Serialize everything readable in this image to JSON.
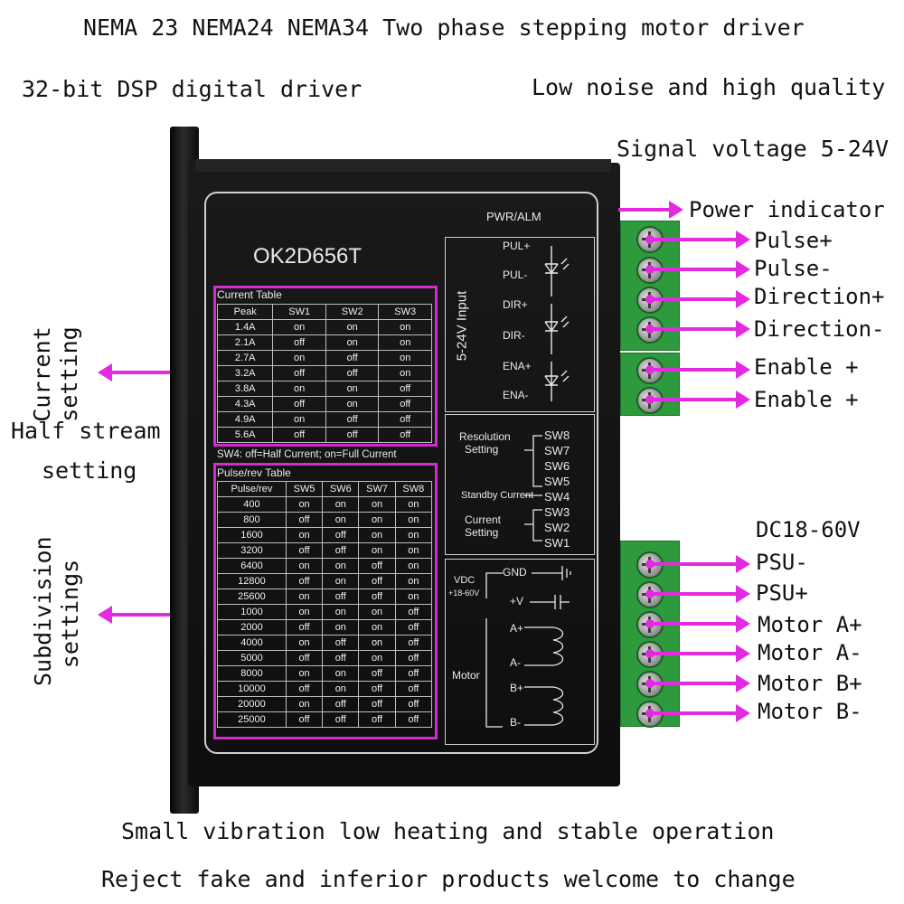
{
  "headings": {
    "top": "NEMA 23 NEMA24 NEMA34 Two phase stepping motor driver",
    "left_sub": "32-bit DSP digital driver",
    "right_sub": "Low noise and high quality",
    "signal": "Signal voltage 5-24V",
    "bottom1": "Small vibration low heating and stable operation",
    "bottom2": "Reject fake and inferior products welcome to change"
  },
  "side_labels": {
    "current_line1": "Current",
    "current_line2": "setting",
    "half_line1": "Half stream",
    "half_line2": "setting",
    "subdiv_line1": "Subdivision",
    "subdiv_line2": "settings"
  },
  "terminal_labels": {
    "power_indicator": "Power indicator",
    "pulse_plus": "Pulse+",
    "pulse_minus": "Pulse-",
    "dir_plus": "Direction+",
    "dir_minus": "Direction-",
    "ena_1": "Enable +",
    "ena_2": "Enable +",
    "dc_range": "DC18-60V",
    "psu_minus": "PSU-",
    "psu_plus": "PSU+",
    "motor_a_plus": "Motor A+",
    "motor_a_minus": "Motor A-",
    "motor_b_plus": "Motor B+",
    "motor_b_minus": "Motor B-"
  },
  "driver": {
    "model": "OK2D656T",
    "pwr_alm": "PWR/ALM",
    "input_label": "5-24V Input",
    "signals": [
      "PUL+",
      "PUL-",
      "DIR+",
      "DIR-",
      "ENA+",
      "ENA-"
    ],
    "resolution_label_1": "Resolution",
    "resolution_label_2": "Setting",
    "standby_label": "Standby Current",
    "current_label_1": "Current",
    "current_label_2": "Setting",
    "switches": [
      "SW8",
      "SW7",
      "SW6",
      "SW5",
      "SW4",
      "SW3",
      "SW2",
      "SW1"
    ],
    "vdc_label_1": "VDC",
    "vdc_label_2": "+18-60V",
    "gnd": "GND",
    "plus_v": "+V",
    "motor_label": "Motor",
    "motor_pins": [
      "A+",
      "A-",
      "B+",
      "B-"
    ],
    "sw4_note": "SW4: off=Half Current; on=Full Current"
  },
  "current_table": {
    "title": "Current Table",
    "headers": [
      "Peak",
      "SW1",
      "SW2",
      "SW3"
    ],
    "rows": [
      [
        "1.4A",
        "on",
        "on",
        "on"
      ],
      [
        "2.1A",
        "off",
        "on",
        "on"
      ],
      [
        "2.7A",
        "on",
        "off",
        "on"
      ],
      [
        "3.2A",
        "off",
        "off",
        "on"
      ],
      [
        "3.8A",
        "on",
        "on",
        "off"
      ],
      [
        "4.3A",
        "off",
        "on",
        "off"
      ],
      [
        "4.9A",
        "on",
        "off",
        "off"
      ],
      [
        "5.6A",
        "off",
        "off",
        "off"
      ]
    ]
  },
  "pulse_table": {
    "title": "Pulse/rev Table",
    "headers": [
      "Pulse/rev",
      "SW5",
      "SW6",
      "SW7",
      "SW8"
    ],
    "rows": [
      [
        "400",
        "on",
        "on",
        "on",
        "on"
      ],
      [
        "800",
        "off",
        "on",
        "on",
        "on"
      ],
      [
        "1600",
        "on",
        "off",
        "on",
        "on"
      ],
      [
        "3200",
        "off",
        "off",
        "on",
        "on"
      ],
      [
        "6400",
        "on",
        "on",
        "off",
        "on"
      ],
      [
        "12800",
        "off",
        "on",
        "off",
        "on"
      ],
      [
        "25600",
        "on",
        "off",
        "off",
        "on"
      ],
      [
        "1000",
        "on",
        "on",
        "on",
        "off"
      ],
      [
        "2000",
        "off",
        "on",
        "on",
        "off"
      ],
      [
        "4000",
        "on",
        "off",
        "on",
        "off"
      ],
      [
        "5000",
        "off",
        "off",
        "on",
        "off"
      ],
      [
        "8000",
        "on",
        "on",
        "off",
        "off"
      ],
      [
        "10000",
        "off",
        "on",
        "off",
        "off"
      ],
      [
        "20000",
        "on",
        "off",
        "off",
        "off"
      ],
      [
        "25000",
        "off",
        "off",
        "off",
        "off"
      ]
    ]
  },
  "colors": {
    "accent": "#e22adf",
    "terminal": "#2e9a3e",
    "panel": "#101010"
  }
}
